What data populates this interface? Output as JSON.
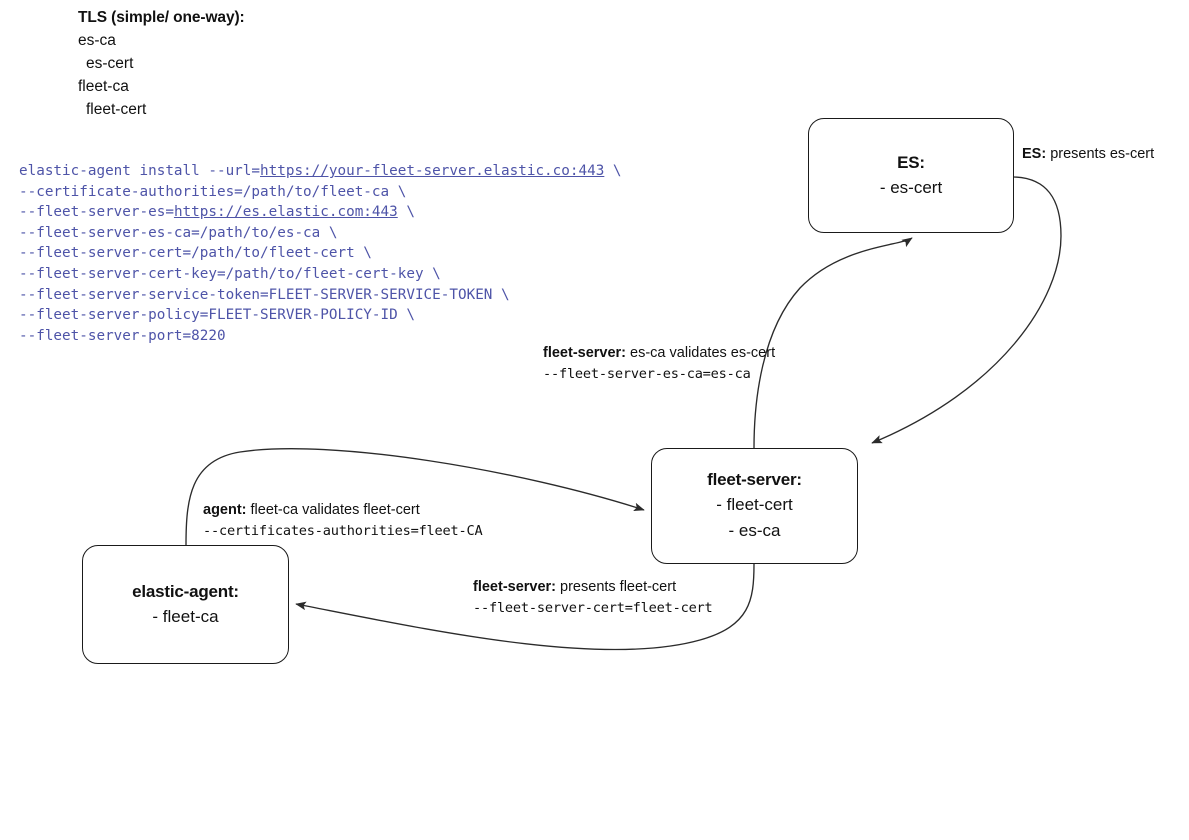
{
  "legend": {
    "title": "TLS (simple/ one-way):",
    "items": [
      {
        "text": "es-ca",
        "indent": 1
      },
      {
        "text": "es-cert",
        "indent": 2
      },
      {
        "text": "fleet-ca",
        "indent": 1
      },
      {
        "text": "fleet-cert",
        "indent": 2
      }
    ]
  },
  "command": {
    "color": "#4e54a8",
    "lines": [
      [
        {
          "t": "elastic-agent install --url=",
          "u": false
        },
        {
          "t": "https://your-fleet-server.elastic.co:443",
          "u": true
        },
        {
          "t": " \\",
          "u": false
        }
      ],
      [
        {
          "t": "--certificate-authorities=/path/to/fleet-ca \\",
          "u": false
        }
      ],
      [
        {
          "t": "--fleet-server-es=",
          "u": false
        },
        {
          "t": "https://es.elastic.com:443",
          "u": true
        },
        {
          "t": " \\",
          "u": false
        }
      ],
      [
        {
          "t": "--fleet-server-es-ca=/path/to/es-ca \\",
          "u": false
        }
      ],
      [
        {
          "t": "--fleet-server-cert=/path/to/fleet-cert \\",
          "u": false
        }
      ],
      [
        {
          "t": "--fleet-server-cert-key=/path/to/fleet-cert-key \\",
          "u": false
        }
      ],
      [
        {
          "t": "--fleet-server-service-token=FLEET-SERVER-SERVICE-TOKEN \\",
          "u": false
        }
      ],
      [
        {
          "t": "--fleet-server-policy=FLEET-SERVER-POLICY-ID \\",
          "u": false
        }
      ],
      [
        {
          "t": "--fleet-server-port=8220",
          "u": false
        }
      ]
    ]
  },
  "nodes": {
    "es": {
      "title": "ES:",
      "lines": [
        "- es-cert"
      ]
    },
    "fleet_server": {
      "title": "fleet-server:",
      "lines": [
        "- fleet-cert",
        "- es-ca"
      ]
    },
    "elastic_agent": {
      "title": "elastic-agent:",
      "lines": [
        "- fleet-ca"
      ]
    }
  },
  "edge_labels": {
    "es_presents": {
      "bold": "ES:",
      "rest": " presents es-cert"
    },
    "fleet_validates": {
      "bold": "fleet-server:",
      "rest": " es-ca validates es-cert",
      "mono": "--fleet-server-es-ca=es-ca"
    },
    "agent_validates": {
      "bold": "agent:",
      "rest": " fleet-ca validates fleet-cert",
      "mono": "--certificates-authorities=fleet-CA"
    },
    "fleet_presents": {
      "bold": "fleet-server:",
      "rest": " presents fleet-cert",
      "mono": "--fleet-server-cert=fleet-cert"
    }
  },
  "colors": {
    "stroke": "#1a1a1a",
    "edge": "#2b2b2b",
    "command_text": "#4e54a8",
    "background": "#ffffff"
  }
}
